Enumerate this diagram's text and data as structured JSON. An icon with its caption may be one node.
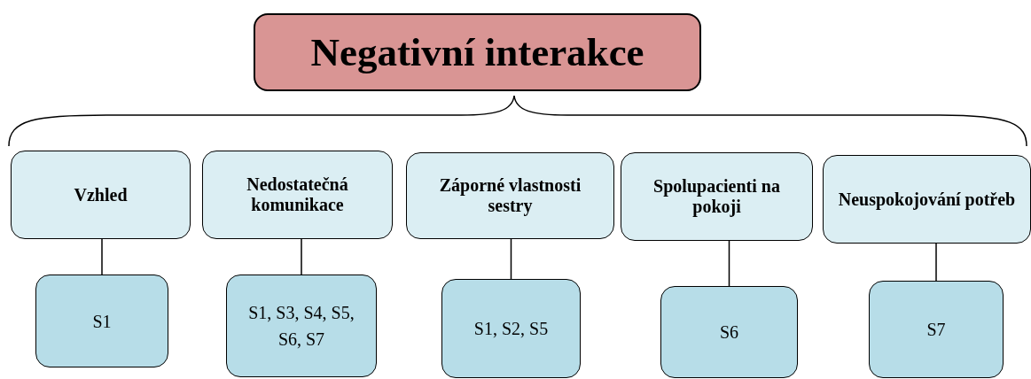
{
  "diagram": {
    "nodes": [
      {
        "text": [
          "Negativní interakce"
        ]
      },
      {
        "text": [
          "Vzhled"
        ]
      },
      {
        "text": [
          "Nedostatečná komunikace"
        ]
      },
      {
        "text": [
          "Záporné vlastnosti sestry"
        ]
      },
      {
        "text": [
          "Spolupacienti na pokoji"
        ]
      },
      {
        "text": [
          "Neuspokojování potřeb"
        ]
      },
      {
        "text": [
          "S1"
        ]
      },
      {
        "text": [
          "S1, S3, S4, S5, S6, S7"
        ]
      },
      {
        "text": [
          "S1, S2, S5"
        ]
      },
      {
        "text": [
          "S6"
        ]
      },
      {
        "text": [
          "S7"
        ]
      }
    ],
    "edges": [
      {
        "from": 1,
        "to": 6,
        "arrow": "none"
      },
      {
        "from": 2,
        "to": 7,
        "arrow": "none"
      },
      {
        "from": 3,
        "to": 8,
        "arrow": "none"
      },
      {
        "from": 4,
        "to": 9,
        "arrow": "none"
      },
      {
        "from": 5,
        "to": 10,
        "arrow": "none"
      }
    ]
  }
}
